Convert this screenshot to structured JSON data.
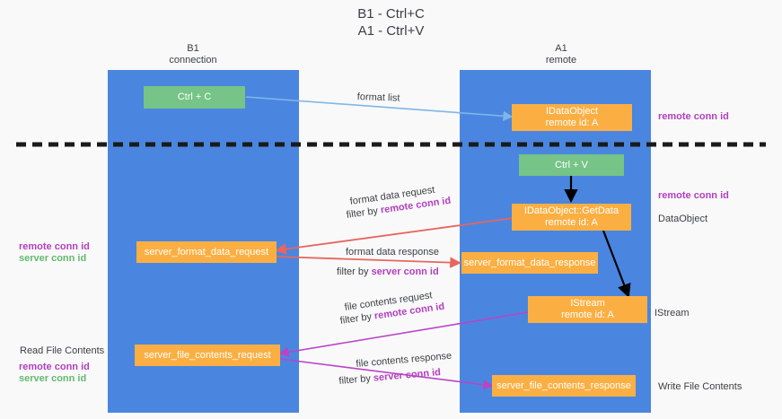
{
  "title": {
    "line1": "B1 - Ctrl+C",
    "line2": "A1 - Ctrl+V"
  },
  "lanes": [
    {
      "id": "b1",
      "name": "B1",
      "subtitle": "connection"
    },
    {
      "id": "a1",
      "name": "A1",
      "subtitle": "remote"
    }
  ],
  "colors": {
    "lane": "#4a86e0",
    "green_box": "#76c487",
    "orange_box": "#fbaf43",
    "purple_text": "#b23fc0",
    "green_text": "#63b96f",
    "blue_arrow": "#7eb6e8",
    "red_arrow": "#e8655e",
    "magenta_arrow": "#bb43c8",
    "black_arrow": "#000000",
    "divider": "#1a1a1a",
    "text_dark": "#3c4043",
    "background": "#f9f9f9"
  },
  "boxes": {
    "ctrl_c": "Ctrl + C",
    "ctrl_v": "Ctrl + V",
    "idataobject_line1": "IDataObject",
    "idataobject_line2": "remote id: A",
    "getdata_line1": "IDataObject::GetData",
    "getdata_line2": "remote id: A",
    "istream_line1": "IStream",
    "istream_line2": "remote id: A",
    "server_format_data_request": "server_format_data_request",
    "server_format_data_response": "server_format_data_response",
    "server_file_contents_request": "server_file_contents_request",
    "server_file_contents_response": "server_file_contents_response"
  },
  "annotations": {
    "format_list": "format list",
    "format_data_request": "format data request",
    "filter_by_remote_1_prefix": "filter by ",
    "filter_by_remote_1_value": "remote conn id",
    "format_data_response": "format data response",
    "filter_by_server_1_prefix": "filter by ",
    "filter_by_server_1_value": "server conn id",
    "file_contents_request": "file contents request",
    "filter_by_remote_2_prefix": "filter by ",
    "filter_by_remote_2_value": "remote conn id",
    "file_contents_response": "file contents response",
    "filter_by_server_2_prefix": "filter by ",
    "filter_by_server_2_value": "server conn id"
  },
  "side_labels": {
    "left_remote_conn_id": "remote conn id",
    "left_server_conn_id": "server conn id",
    "read_file_contents": "Read File Contents",
    "left_remote_conn_id_2": "remote conn id",
    "left_server_conn_id_2": "server conn id",
    "right_remote_conn_id_top": "remote conn id",
    "right_remote_conn_id_mid": "remote conn id",
    "right_dataobject": "DataObject",
    "right_istream": "IStream",
    "right_write_file_contents": "Write File Contents"
  }
}
